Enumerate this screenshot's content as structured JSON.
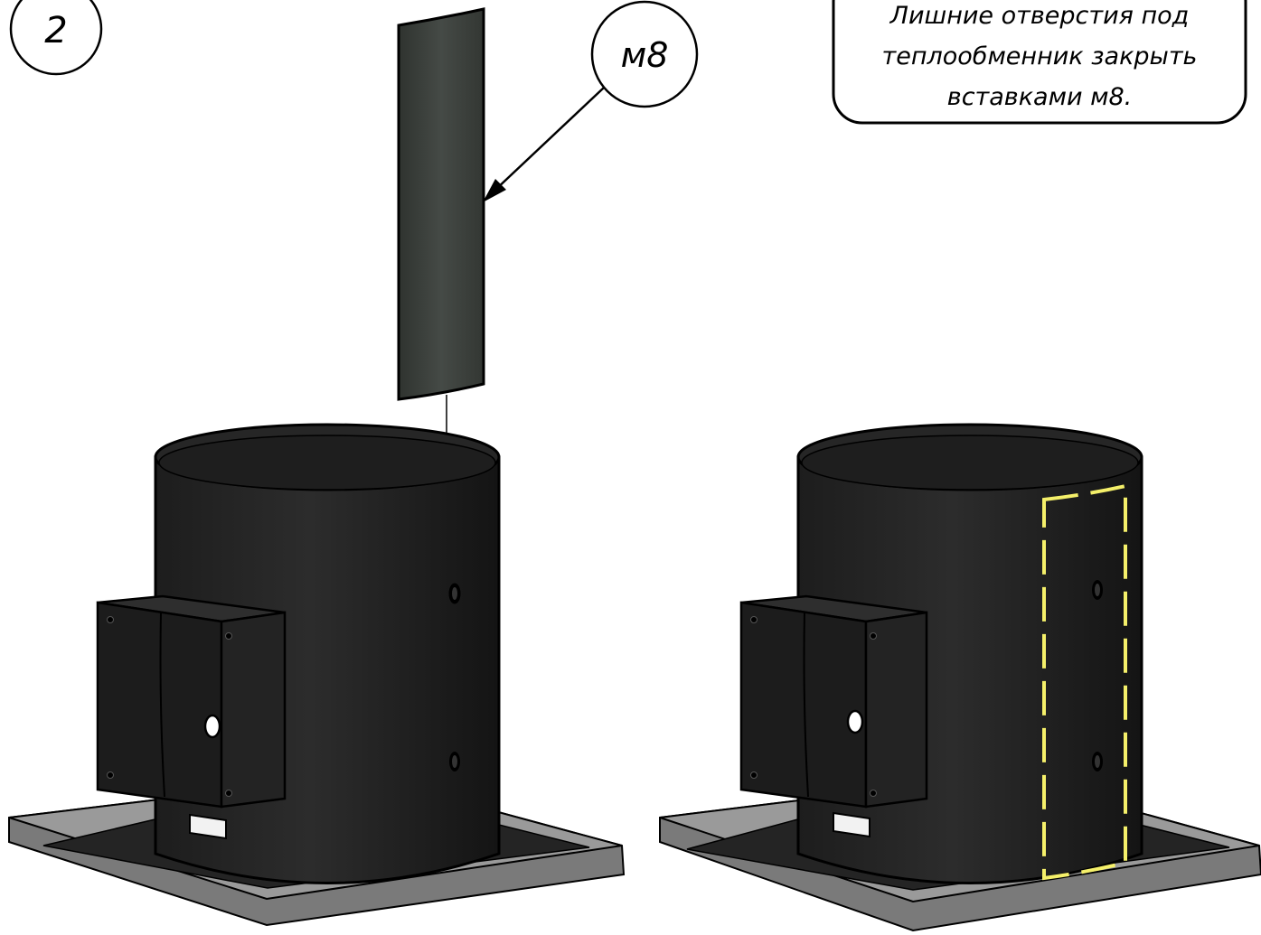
{
  "step_number": "2",
  "callout_label": "м8",
  "note": {
    "line1": "Лишние отверстия под",
    "line2": "теплообменник закрыть",
    "line3": "вставками м8."
  },
  "colors": {
    "body": "#1a1a1a",
    "body_highlight": "#3a3a3a",
    "plate_top": "#9a9a9a",
    "plate_side": "#7a7a7a",
    "plate_inner": "#2a2a2a",
    "insert_panel": "#3b3f3c",
    "highlight_outline": "#f5f06a",
    "outline": "#000000"
  }
}
